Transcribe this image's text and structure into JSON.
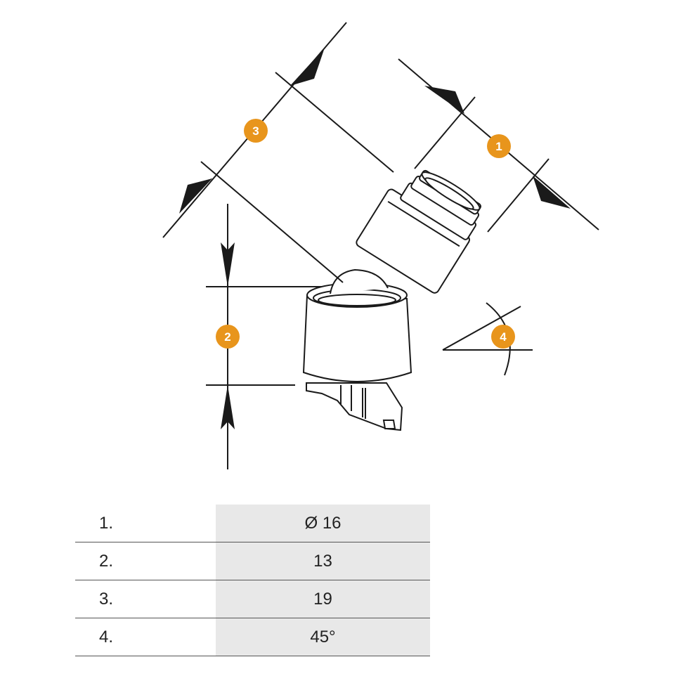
{
  "callouts": [
    {
      "number": "1",
      "color": "#e8951c"
    },
    {
      "number": "2",
      "color": "#e8951c"
    },
    {
      "number": "3",
      "color": "#e8951c"
    },
    {
      "number": "4",
      "color": "#e8951c"
    }
  ],
  "specs": [
    {
      "index": "1.",
      "value": "Ø 16"
    },
    {
      "index": "2.",
      "value": "13"
    },
    {
      "index": "3.",
      "value": "19"
    },
    {
      "index": "4.",
      "value": "45°"
    }
  ],
  "colors": {
    "accent": "#e8951c",
    "line": "#1a1a1a",
    "table_fill": "#e8e8e8"
  }
}
